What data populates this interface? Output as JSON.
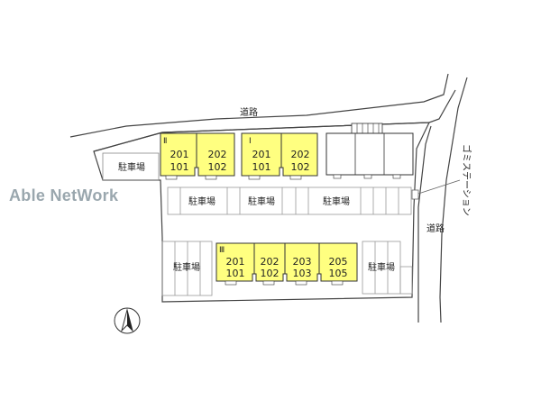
{
  "watermark": "Able NetWork",
  "labels": {
    "road_top": "道路",
    "road_right": "道路",
    "garbage_station": "ゴミステーション",
    "parking": "駐車場"
  },
  "buildings": {
    "b2": {
      "name": "Ⅱ",
      "units": [
        {
          "top": "201",
          "bottom": "101"
        },
        {
          "top": "202",
          "bottom": "102"
        }
      ]
    },
    "b1": {
      "name": "Ⅰ",
      "units": [
        {
          "top": "201",
          "bottom": "101"
        },
        {
          "top": "202",
          "bottom": "102"
        }
      ]
    },
    "b3": {
      "name": "Ⅲ",
      "units": [
        {
          "top": "201",
          "bottom": "101"
        },
        {
          "top": "202",
          "bottom": "102"
        },
        {
          "top": "203",
          "bottom": "103"
        },
        {
          "top": "205",
          "bottom": "105"
        }
      ]
    }
  },
  "colors": {
    "building_fill": "#ffff80",
    "outline": "#333333",
    "watermark": "#9aa7ae"
  },
  "icons": {
    "north": "north-arrow-icon"
  }
}
